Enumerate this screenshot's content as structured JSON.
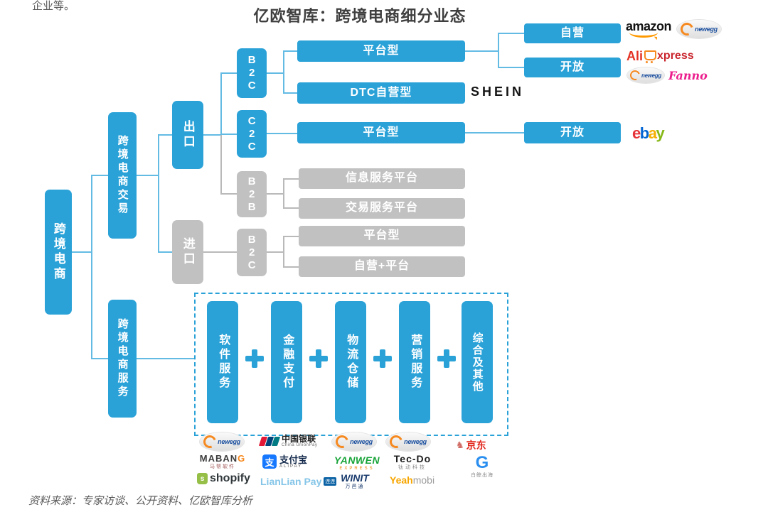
{
  "page": {
    "intro_text": "企业等。",
    "title": "亿欧智库：跨境电商细分业态",
    "source": "资料来源：专家访谈、公开资料、亿欧智库分析"
  },
  "colors": {
    "primary_blue": "#2aa2d8",
    "inactive_gray": "#c1c1c1",
    "line_blue": "#63bbe4",
    "line_gray": "#b9b9b9"
  },
  "tree": {
    "root": "跨境电商",
    "trade_branch": "跨境电商交易",
    "service_branch": "跨境电商服务",
    "export": "出口",
    "import": "进口",
    "export_b2c": "B2C",
    "export_c2c": "C2C",
    "export_b2b": "B2B",
    "import_b2c": "B2C",
    "b2c_platform": "平台型",
    "b2c_dtc": "DTC自营型",
    "c2c_platform": "平台型",
    "b2b_info_platform": "信息服务平台",
    "b2b_trade_platform": "交易服务平台",
    "import_platform": "平台型",
    "import_self_platform": "自营+平台",
    "self_operated": "自营",
    "open_b2c": "开放",
    "open_c2c": "开放"
  },
  "services": {
    "items": [
      "软件服务",
      "金融支付",
      "物流仓储",
      "营销服务",
      "综合及其他"
    ]
  },
  "brands": {
    "shein": "SHEIN",
    "amazon": "amazon",
    "newegg": "newegg",
    "aliexpress_ali": "Ali",
    "aliexpress_xpress": "xpress",
    "fanno": "Fanno",
    "ebay": [
      "e",
      "b",
      "a",
      "y"
    ],
    "mabang_main": "MABAN",
    "mabang_g": "G",
    "mabang_sub": "马帮软件",
    "shopify": "shopify",
    "unionpay": "中国银联",
    "unionpay_sub": "China UnionPay",
    "alipay_icon_char": "支",
    "alipay": "支付宝",
    "alipay_sub": "ALIPAY",
    "lianlian": "LianLian Pay",
    "lianlian_sub": "连连",
    "yanwen": "YANWEN",
    "yanwen_sub": "EXPRESS",
    "winit": "WINIT",
    "winit_sub": "万邑通",
    "tecdo": "Tec-Do",
    "tecdo_sub": "钛动科技",
    "yeahmobi_yeah": "Yeah",
    "yeahmobi_mobi": "mobi",
    "jd": "京东",
    "baijing_g": "G",
    "baijing_sub": "白鲸出海"
  }
}
